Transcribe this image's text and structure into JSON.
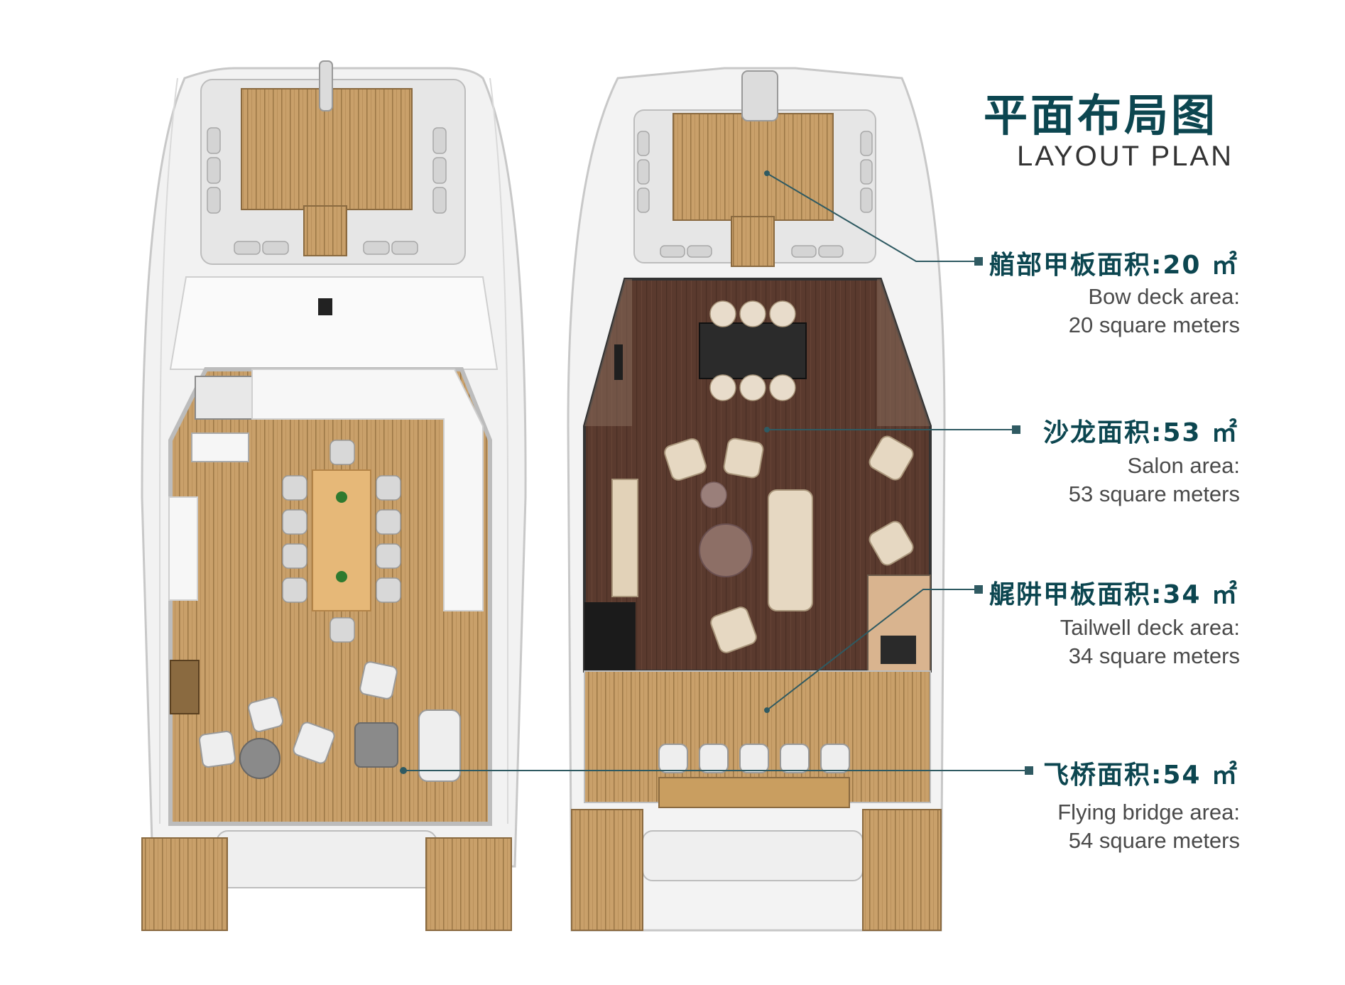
{
  "title": {
    "zh": "平面布局图",
    "en": "LAYOUT PLAN"
  },
  "areas": [
    {
      "zh": "艏部甲板面积:20 ㎡",
      "en_line1": "Bow deck area:",
      "en_line2": "20 square meters"
    },
    {
      "zh": "沙龙面积:53 ㎡",
      "en_line1": "Salon area:",
      "en_line2": "53 square meters"
    },
    {
      "zh": "艉阱甲板面积:34 ㎡",
      "en_line1": "Tailwell deck area:",
      "en_line2": "34 square meters"
    },
    {
      "zh": "飞桥面积:54 ㎡",
      "en_line1": "Flying bridge area:",
      "en_line2": "54 square meters"
    }
  ],
  "colors": {
    "accent": "#0c4650",
    "teak": "#c9a06a",
    "walnut": "#5a3a2e",
    "hull": "#f2f2f2"
  }
}
